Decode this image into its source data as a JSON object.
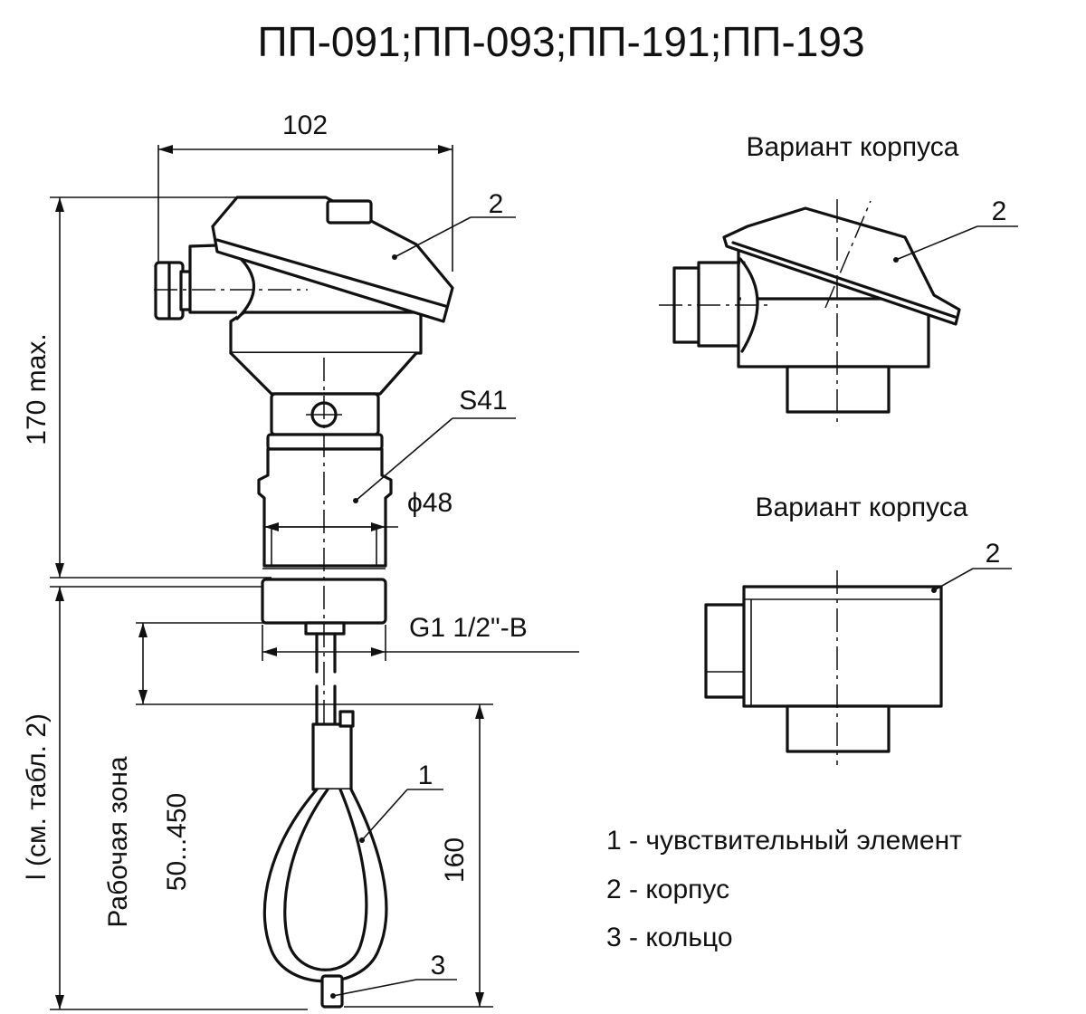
{
  "title": "ПП-091;ПП-093;ПП-191;ПП-193",
  "dims": {
    "width_top": "102",
    "height_max": "170 max.",
    "wrench": "S41",
    "diameter": "ϕ48",
    "thread": "G1 1/2\"-B",
    "l_label": "l (см. табл. 2)",
    "work_zone": "Рабочая зона",
    "work_range": "50...450",
    "loop_height": "160"
  },
  "callouts": {
    "c1": "1",
    "c2_main": "2",
    "c3": "3",
    "c2_var1": "2",
    "c2_var2": "2"
  },
  "variants": {
    "v1_label": "Вариант корпуса",
    "v2_label": "Вариант корпуса"
  },
  "legend": [
    "1 - чувствительный элемент",
    "2 - корпус",
    "3 - кольцо"
  ]
}
